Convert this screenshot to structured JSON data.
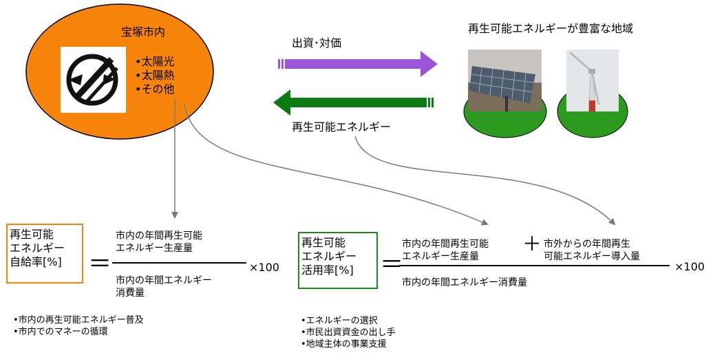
{
  "city_area": {
    "title": "宝塚市内",
    "sources": [
      "•太陽光",
      "•太陽熱",
      "•その他"
    ]
  },
  "region": {
    "title": "再生可能エネルギーが豊富な地域"
  },
  "flows": {
    "investment": "出資･対価",
    "energy": "再生可能エネルギー"
  },
  "self_sufficiency": {
    "label": [
      "再生可能",
      "エネルギー",
      "自給率[%]"
    ],
    "numerator": [
      "市内の年間再生可能",
      "エネルギー生産量"
    ],
    "denominator": [
      "市内の年間エネルギー",
      "消費量"
    ],
    "equals": "＝",
    "multiplier": "×100",
    "benefits": [
      "•市内の再生可能エネルギー普及",
      "•市内でのマネーの循環"
    ]
  },
  "utilization": {
    "label": [
      "再生可能",
      "エネルギー",
      "活用率[%]"
    ],
    "numerator_a": [
      "市内の年間再生可能",
      "エネルギー生産量"
    ],
    "plus": "＋",
    "numerator_b": [
      "市外からの年間再生",
      "可能エネルギー導入量"
    ],
    "denominator": "市内の年間エネルギー消費量",
    "equals": "＝",
    "multiplier": "×100",
    "benefits": [
      "•エネルギーの選択",
      "•市民出資資金の出し手",
      "•地域主体の事業支援"
    ]
  },
  "colors": {
    "ellipse": "#f7850c",
    "investment_arrow": "#9a55d8",
    "energy_arrow": "#0c7a12",
    "box_orange": "#f7850c",
    "box_green": "#1a8a1a",
    "connector": "#7a7a7a",
    "field_green": "#2b9a1f"
  }
}
